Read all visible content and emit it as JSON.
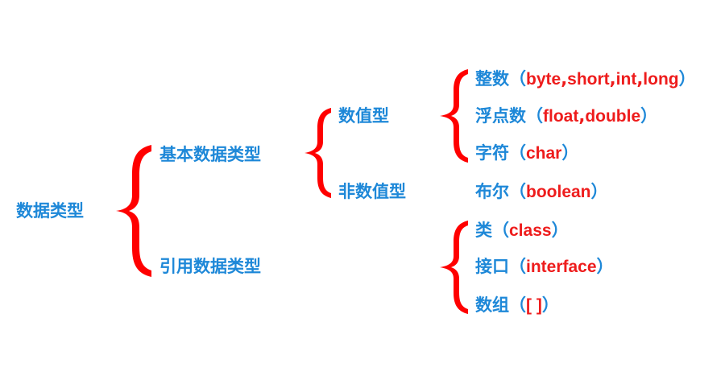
{
  "colors": {
    "term": "#1e88d8",
    "example": "#ee1c1c",
    "brace": "#ff0000"
  },
  "root": "数据类型",
  "primitive": {
    "label": "基本数据类型",
    "numeric": {
      "label": "数值型",
      "integer": {
        "name": "整数",
        "open": "（",
        "types": [
          "byte",
          "short",
          "int",
          "long"
        ],
        "close": "）"
      },
      "float": {
        "name": "浮点数",
        "open": "（",
        "types": [
          "float",
          "double"
        ],
        "close": "）"
      },
      "char": {
        "name": "字符",
        "open": "（",
        "types": [
          "char"
        ],
        "close": "）"
      }
    },
    "non_numeric": {
      "label": "非数值型",
      "boolean": {
        "name": "布尔",
        "open": "（",
        "types": [
          "boolean"
        ],
        "close": "）"
      }
    }
  },
  "reference": {
    "label": "引用数据类型",
    "class": {
      "name": "类",
      "open": "（",
      "types": [
        "class"
      ],
      "close": "）"
    },
    "interface": {
      "name": "接口",
      "open": "（",
      "types": [
        "interface"
      ],
      "close": "）"
    },
    "array": {
      "name": "数组",
      "open": "（",
      "types": [
        "[ ]"
      ],
      "close": "）"
    }
  }
}
